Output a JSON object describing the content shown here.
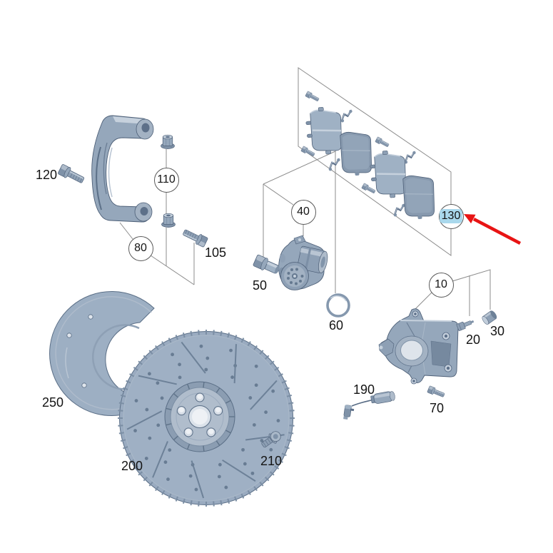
{
  "canvas": {
    "background": "#ffffff"
  },
  "colors": {
    "part_base": "#95a7bb",
    "part_shadow": "#5d7089",
    "part_light": "#c6d1dd",
    "leader_line": "#8c8c8c",
    "callout_text": "#141414",
    "highlight_fill": "#a9d8ec",
    "arrow_red": "#e81414"
  },
  "callouts": {
    "c10": {
      "label": "10",
      "style": "circled",
      "part_name": "brake-caliper"
    },
    "c20": {
      "label": "20",
      "style": "plain",
      "part_name": "bleeder-valve"
    },
    "c30": {
      "label": "30",
      "style": "plain",
      "part_name": "bleeder-valve-cap"
    },
    "c40": {
      "label": "40",
      "style": "circled",
      "part_name": "parking-brake-actuator-motor"
    },
    "c50": {
      "label": "50",
      "style": "plain",
      "part_name": "actuator-mounting-bolt"
    },
    "c60": {
      "label": "60",
      "style": "plain",
      "part_name": "o-ring-seal"
    },
    "c70": {
      "label": "70",
      "style": "plain",
      "part_name": "caliper-guide-bolt"
    },
    "c80": {
      "label": "80",
      "style": "circled",
      "part_name": "caliper-mounting-bracket"
    },
    "c105": {
      "label": "105",
      "style": "plain",
      "part_name": "bracket-mounting-bolt"
    },
    "c110": {
      "label": "110",
      "style": "circled",
      "part_name": "flange-nuts"
    },
    "c120": {
      "label": "120",
      "style": "plain",
      "part_name": "guide-pin-bolt"
    },
    "c130": {
      "label": "130",
      "style": "circled-highlighted",
      "part_name": "brake-pad-set",
      "highlighted": true
    },
    "c190": {
      "label": "190",
      "style": "plain",
      "part_name": "brake-wear-sensor"
    },
    "c200": {
      "label": "200",
      "style": "plain",
      "part_name": "brake-disc"
    },
    "c210": {
      "label": "210",
      "style": "plain",
      "part_name": "disc-retaining-screw"
    },
    "c250": {
      "label": "250",
      "style": "plain",
      "part_name": "brake-splash-shield"
    }
  },
  "annotation_arrow": {
    "points_to": "130",
    "color": "#e81414"
  }
}
